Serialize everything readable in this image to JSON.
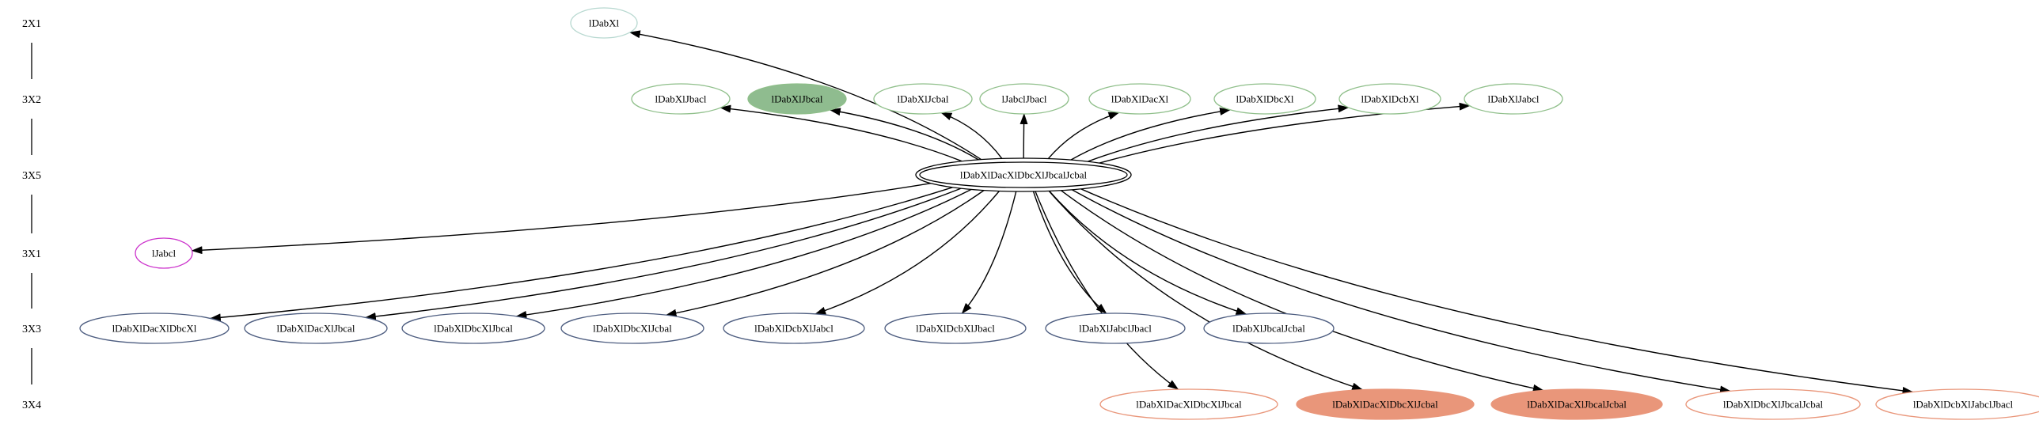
{
  "ranks": [
    {
      "id": "r0",
      "label": "2X1"
    },
    {
      "id": "r1",
      "label": "3X2"
    },
    {
      "id": "r2",
      "label": "3X5"
    },
    {
      "id": "r3",
      "label": "3X1"
    },
    {
      "id": "r4",
      "label": "3X3"
    },
    {
      "id": "r5",
      "label": "3X4"
    }
  ],
  "nodes": [
    {
      "id": "n_top",
      "rank": "r0",
      "label": "lDabXl",
      "stroke": "#b7d8d0",
      "fill": "none"
    },
    {
      "id": "n_r1_0",
      "rank": "r1",
      "label": "lDabXlJbacl",
      "stroke": "#8fbf8a",
      "fill": "none"
    },
    {
      "id": "n_r1_1",
      "rank": "r1",
      "label": "lDabXlJbcal",
      "stroke": "#8fbf8a",
      "fill": "#8fbc8f"
    },
    {
      "id": "n_r1_2",
      "rank": "r1",
      "label": "lDabXlJcbal",
      "stroke": "#8fbf8a",
      "fill": "none"
    },
    {
      "id": "n_r1_3",
      "rank": "r1",
      "label": "lJabclJbacl",
      "stroke": "#8fbf8a",
      "fill": "none"
    },
    {
      "id": "n_r1_4",
      "rank": "r1",
      "label": "lDabXlDacXl",
      "stroke": "#8fbf8a",
      "fill": "none"
    },
    {
      "id": "n_r1_5",
      "rank": "r1",
      "label": "lDabXlDbcXl",
      "stroke": "#8fbf8a",
      "fill": "none"
    },
    {
      "id": "n_r1_6",
      "rank": "r1",
      "label": "lDabXlDcbXl",
      "stroke": "#8fbf8a",
      "fill": "none"
    },
    {
      "id": "n_r1_7",
      "rank": "r1",
      "label": "lDabXlJabcl",
      "stroke": "#8fbf8a",
      "fill": "none"
    },
    {
      "id": "n_center",
      "rank": "r2",
      "label": "lDabXlDacXlDbcXlJbcalJcbal",
      "stroke": "#000000",
      "fill": "none",
      "double": true
    },
    {
      "id": "n_r3_0",
      "rank": "r3",
      "label": "lJabcl",
      "stroke": "#cc33cc",
      "fill": "none"
    },
    {
      "id": "n_r4_0",
      "rank": "r4",
      "label": "lDabXlDacXlDbcXl",
      "stroke": "#4d5d80",
      "fill": "none"
    },
    {
      "id": "n_r4_1",
      "rank": "r4",
      "label": "lDabXlDacXlJbcal",
      "stroke": "#4d5d80",
      "fill": "none"
    },
    {
      "id": "n_r4_2",
      "rank": "r4",
      "label": "lDabXlDbcXlJbcal",
      "stroke": "#4d5d80",
      "fill": "none"
    },
    {
      "id": "n_r4_3",
      "rank": "r4",
      "label": "lDabXlDbcXlJcbal",
      "stroke": "#4d5d80",
      "fill": "none"
    },
    {
      "id": "n_r4_4",
      "rank": "r4",
      "label": "lDabXlDcbXlJabcl",
      "stroke": "#4d5d80",
      "fill": "none"
    },
    {
      "id": "n_r4_5",
      "rank": "r4",
      "label": "lDabXlDcbXlJbacl",
      "stroke": "#4d5d80",
      "fill": "none"
    },
    {
      "id": "n_r4_6",
      "rank": "r4",
      "label": "lDabXlJabclJbacl",
      "stroke": "#4d5d80",
      "fill": "none"
    },
    {
      "id": "n_r4_7",
      "rank": "r4",
      "label": "lDabXlJbcalJcbal",
      "stroke": "#4d5d80",
      "fill": "none"
    },
    {
      "id": "n_r5_0",
      "rank": "r5",
      "label": "lDabXlDacXlDbcXlJbcal",
      "stroke": "#e9967a",
      "fill": "none"
    },
    {
      "id": "n_r5_1",
      "rank": "r5",
      "label": "lDabXlDacXlDbcXlJcbal",
      "stroke": "#e9967a",
      "fill": "#e9967a"
    },
    {
      "id": "n_r5_2",
      "rank": "r5",
      "label": "lDabXlDacXlJbcalJcbal",
      "stroke": "#e9967a",
      "fill": "#e9967a"
    },
    {
      "id": "n_r5_3",
      "rank": "r5",
      "label": "lDabXlDbcXlJbcalJcbal",
      "stroke": "#e9967a",
      "fill": "none"
    },
    {
      "id": "n_r5_4",
      "rank": "r5",
      "label": "lDabXlDcbXlJabclJbacl",
      "stroke": "#e9967a",
      "fill": "none"
    }
  ],
  "edges": [
    {
      "from": "n_center",
      "to": "n_top"
    },
    {
      "from": "n_center",
      "to": "n_r1_0"
    },
    {
      "from": "n_center",
      "to": "n_r1_1"
    },
    {
      "from": "n_center",
      "to": "n_r1_2"
    },
    {
      "from": "n_center",
      "to": "n_r1_3"
    },
    {
      "from": "n_center",
      "to": "n_r1_4"
    },
    {
      "from": "n_center",
      "to": "n_r1_5"
    },
    {
      "from": "n_center",
      "to": "n_r1_6"
    },
    {
      "from": "n_center",
      "to": "n_r1_7"
    },
    {
      "from": "n_center",
      "to": "n_r3_0"
    },
    {
      "from": "n_center",
      "to": "n_r4_0"
    },
    {
      "from": "n_center",
      "to": "n_r4_1"
    },
    {
      "from": "n_center",
      "to": "n_r4_2"
    },
    {
      "from": "n_center",
      "to": "n_r4_3"
    },
    {
      "from": "n_center",
      "to": "n_r4_4"
    },
    {
      "from": "n_center",
      "to": "n_r4_5"
    },
    {
      "from": "n_center",
      "to": "n_r4_6"
    },
    {
      "from": "n_center",
      "to": "n_r4_7"
    },
    {
      "from": "n_center",
      "to": "n_r5_0"
    },
    {
      "from": "n_center",
      "to": "n_r5_1"
    },
    {
      "from": "n_center",
      "to": "n_r5_2"
    },
    {
      "from": "n_center",
      "to": "n_r5_3"
    },
    {
      "from": "n_center",
      "to": "n_r5_4"
    }
  ]
}
